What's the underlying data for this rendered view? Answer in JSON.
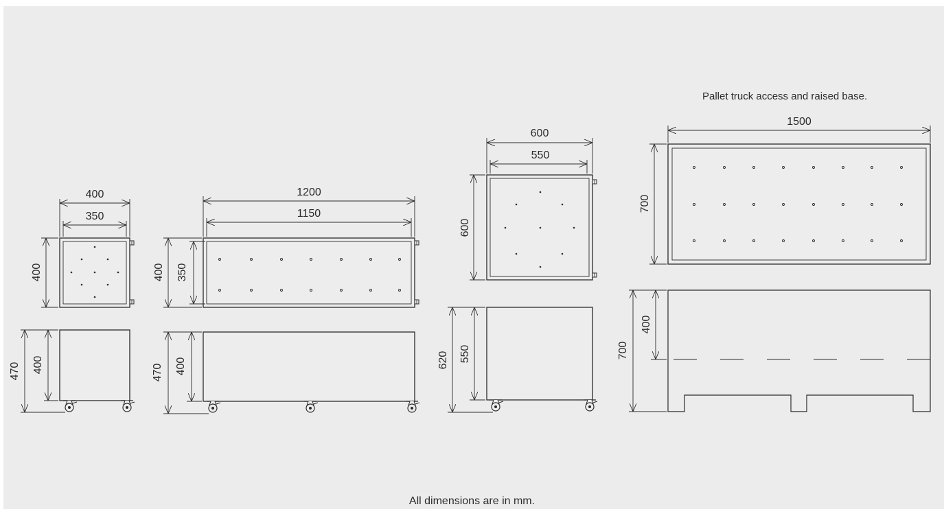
{
  "note_top_right": "Pallet truck access and raised base.",
  "note_bottom": "All dimensions are in mm.",
  "unit_1": {
    "top_outer_width": "400",
    "top_inner_width": "350",
    "top_depth": "400",
    "side_total_height": "470",
    "side_body_height": "400"
  },
  "unit_2": {
    "top_outer_width": "1200",
    "top_inner_width": "1150",
    "top_depth_outer": "400",
    "top_depth_inner": "350",
    "side_total_height": "470",
    "side_body_height": "400"
  },
  "unit_3": {
    "top_outer_width": "600",
    "top_inner_width": "550",
    "top_depth": "600",
    "side_total_height": "620",
    "side_body_height": "550"
  },
  "unit_4": {
    "top_outer_width": "1500",
    "top_depth": "700",
    "side_total_height": "700",
    "side_upper_height": "400"
  }
}
